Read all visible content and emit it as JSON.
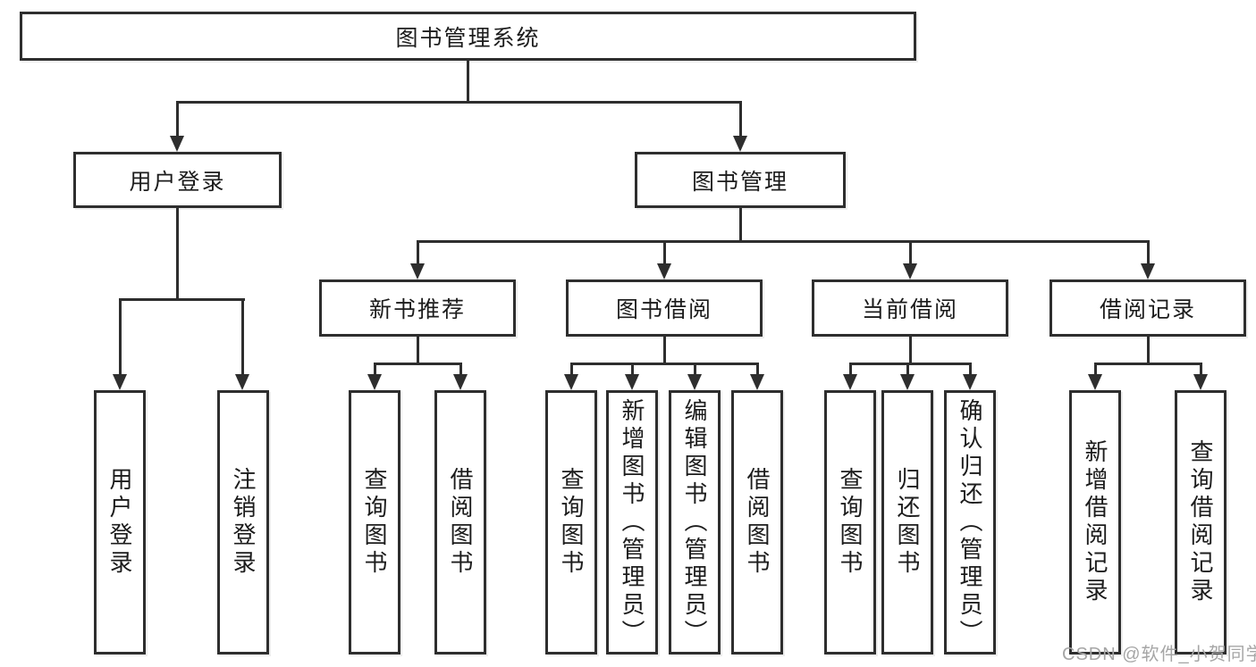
{
  "nodes": {
    "root": "图书管理系统",
    "level2": [
      "用户登录",
      "图书管理"
    ],
    "level3": [
      "新书推荐",
      "图书借阅",
      "当前借阅",
      "借阅记录"
    ],
    "leaves_login": [
      "用户登录",
      "注销登录"
    ],
    "leaves_recommend": [
      "查询图书",
      "借阅图书"
    ],
    "leaves_borrow": [
      "查询图书",
      "新增图书（管理员）",
      "编辑图书（管理员）",
      "借阅图书"
    ],
    "leaves_current": [
      "查询图书",
      "归还图书",
      "确认归还（管理员）"
    ],
    "leaves_records": [
      "新增借阅记录",
      "查询借阅记录"
    ]
  },
  "watermark": "CSDN @软件_小贺同学",
  "colors": {
    "line": "#2e2e2e",
    "text": "#1c1c1c",
    "watermark": "#a6a6a6",
    "background": "#ffffff"
  }
}
